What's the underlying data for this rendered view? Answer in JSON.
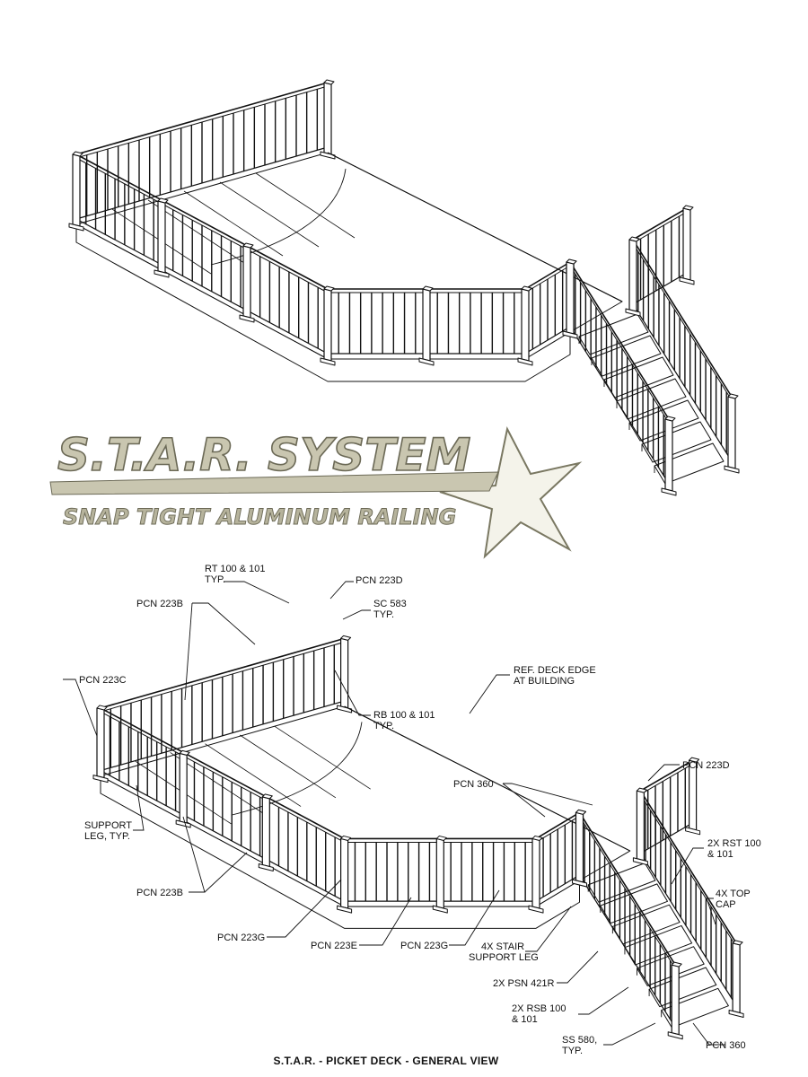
{
  "logo": {
    "main": "S.T.A.R. SYSTEM",
    "sub": "SNAP TIGHT ALUMINUM RAILING"
  },
  "caption": "S.T.A.R. - PICKET DECK - GENERAL VIEW",
  "callouts": {
    "rt100": [
      "RT 100 & 101",
      "TYP."
    ],
    "pcn223d_top": [
      "PCN 223D"
    ],
    "pcn223b_top": [
      "PCN 223B"
    ],
    "sc583": [
      "SC 583",
      "TYP."
    ],
    "pcn223c": [
      "PCN 223C"
    ],
    "ref_edge": [
      "REF. DECK EDGE",
      "AT BUILDING"
    ],
    "rb100": [
      "RB 100 & 101",
      "TYP."
    ],
    "pcn223d_right": [
      "PCN 223D"
    ],
    "pcn360_upper": [
      "PCN 360"
    ],
    "support_leg": [
      "SUPPORT",
      "LEG, TYP."
    ],
    "rst100": [
      "2X RST 100",
      "& 101"
    ],
    "top_cap": [
      "4X TOP",
      "CAP"
    ],
    "pcn223b_bottom": [
      "PCN 223B"
    ],
    "pcn223g_left": [
      "PCN 223G"
    ],
    "pcn223e": [
      "PCN 223E"
    ],
    "pcn223g_right": [
      "PCN 223G"
    ],
    "stair_support": [
      "4X STAIR",
      "SUPPORT LEG"
    ],
    "psn421r": [
      "2X PSN 421R"
    ],
    "rsb100": [
      "2X RSB 100",
      "& 101"
    ],
    "ss580": [
      "SS 580,",
      "TYP."
    ],
    "pcn360_lower": [
      "PCN 360"
    ]
  }
}
